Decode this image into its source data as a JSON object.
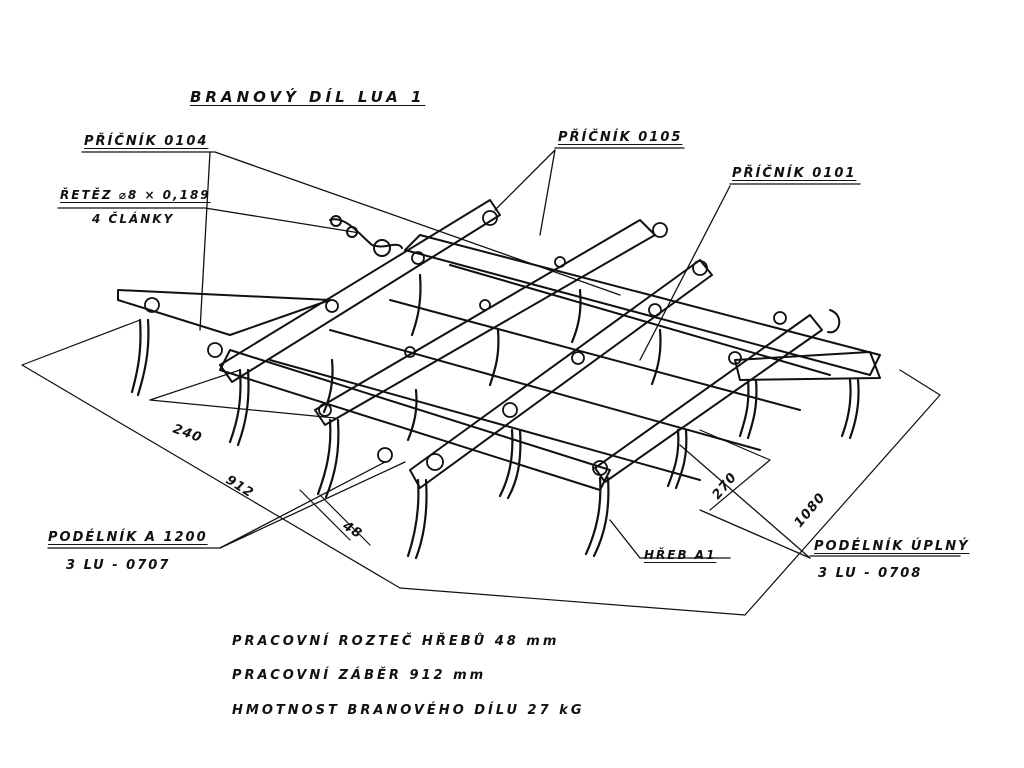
{
  "title": "BRANOVÝ DÍL LUA 1",
  "labels": {
    "pricnik_0104": "PŘÍČNÍK 0104",
    "pricnik_0105": "PŘÍČNÍK 0105",
    "pricnik_0101": "PŘÍČNÍK 0101",
    "retez": "ŘETĚZ ⌀8 × 0,189",
    "retez_sub": "4 ČLÁNKY",
    "podelnik_a": "PODÉLNÍK A 1200",
    "podelnik_a_code": "3 LU - 0707",
    "podelnik_uplny": "PODÉLNÍK ÚPLNÝ",
    "podelnik_uplny_code": "3 LU - 0708",
    "hreb": "HŘEB A1"
  },
  "dimensions": {
    "d240": "240",
    "d912": "912",
    "d48": "48",
    "d270": "270",
    "d1080": "1080"
  },
  "specs": {
    "line1": "PRACOVNÍ ROZTEČ HŘEBŮ   48 mm",
    "line2": "PRACOVNÍ ZÁBĚR    912 mm",
    "line3": "HMOTNOST BRANOVÉHO DÍLU   27 kG"
  }
}
